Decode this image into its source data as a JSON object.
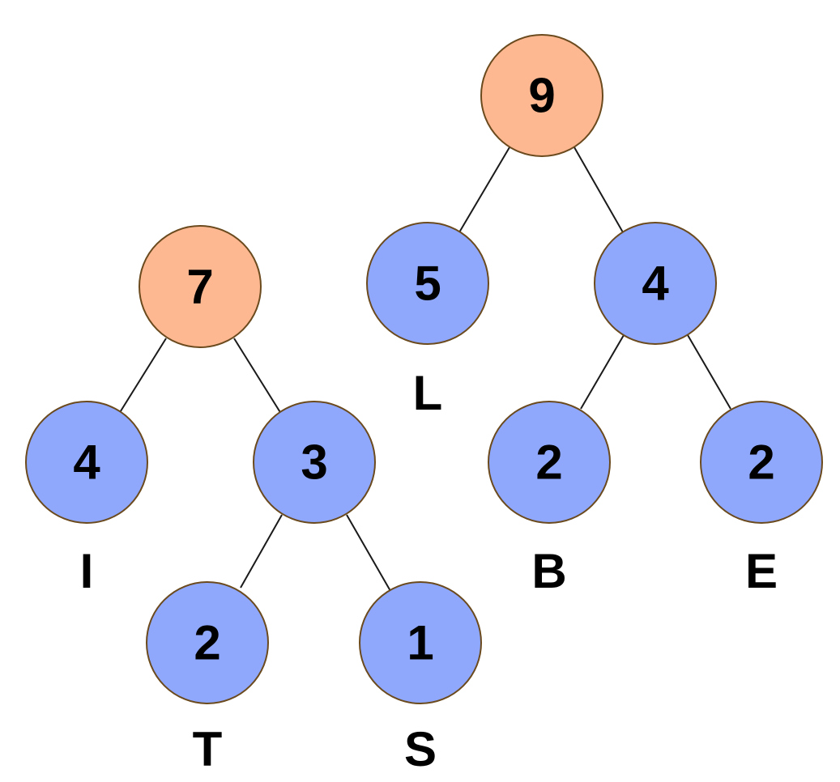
{
  "colors": {
    "root_fill": "#fdb892",
    "node_fill": "#8fa8fb",
    "node_stroke": "#6b4a1e",
    "edge": "#1a1a1a",
    "text": "#000000"
  },
  "trees": [
    {
      "root": {
        "value": "7",
        "children": [
          {
            "value": "4",
            "label": "I"
          },
          {
            "value": "3",
            "children": [
              {
                "value": "2",
                "label": "T"
              },
              {
                "value": "1",
                "label": "S"
              }
            ]
          }
        ]
      }
    },
    {
      "root": {
        "value": "9",
        "children": [
          {
            "value": "5",
            "label": "L"
          },
          {
            "value": "4",
            "children": [
              {
                "value": "2",
                "label": "B"
              },
              {
                "value": "2",
                "label": "E"
              }
            ]
          }
        ]
      }
    }
  ]
}
